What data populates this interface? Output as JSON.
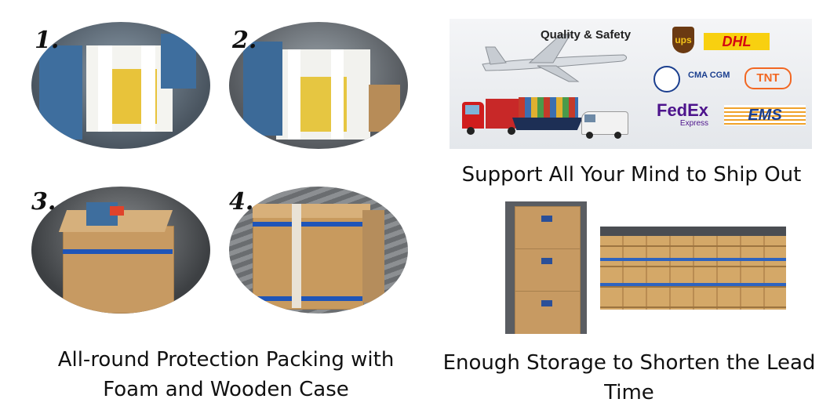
{
  "steps": [
    {
      "number": "1."
    },
    {
      "number": "2."
    },
    {
      "number": "3."
    },
    {
      "number": "4."
    }
  ],
  "packing_caption": {
    "line1": "All-round Protection Packing with",
    "line2": "Foam and Wooden Case"
  },
  "shipping_banner": {
    "heading": "Quality & Safety",
    "carriers": [
      {
        "name": "ups",
        "label": "ups",
        "color": "#6b3a12"
      },
      {
        "name": "dhl",
        "label": "DHL",
        "color": "#d40511"
      },
      {
        "name": "cma-cgm",
        "label": "CMA CGM",
        "color": "#1b3f8f"
      },
      {
        "name": "tnt",
        "label": "TNT",
        "color": "#f26722"
      },
      {
        "name": "fedex",
        "label": "FedEx",
        "sub": "Express"
      },
      {
        "name": "ems",
        "label": "EMS",
        "color": "#1b3f8f"
      }
    ]
  },
  "shipping_caption": "Support All Your Mind to Ship Out",
  "storage_caption": {
    "line1": "Enough Storage to Shorten the Lead",
    "line2": "Time"
  }
}
